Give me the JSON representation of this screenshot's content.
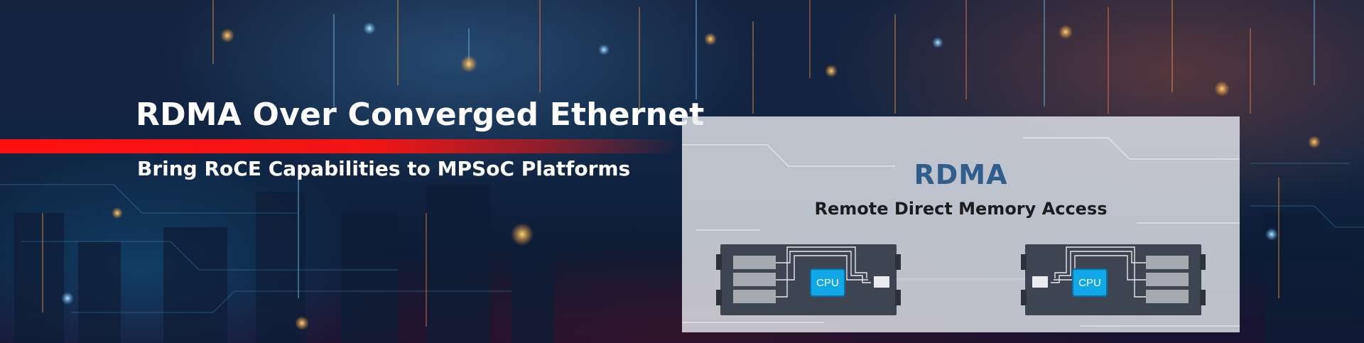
{
  "banner": {
    "title": "RDMA Over Converged Ethernet",
    "subtitle": "Bring RoCE Capabilities to MPSoC Platforms",
    "accent_color": "#ff1010"
  },
  "diagram": {
    "heading": "RDMA",
    "subheading": "Remote Direct Memory Access",
    "servers": [
      {
        "cpu_label": "CPU"
      },
      {
        "cpu_label": "CPU"
      }
    ],
    "heading_color": "#2f5d8c",
    "cpu_color": "#12a7e6"
  }
}
